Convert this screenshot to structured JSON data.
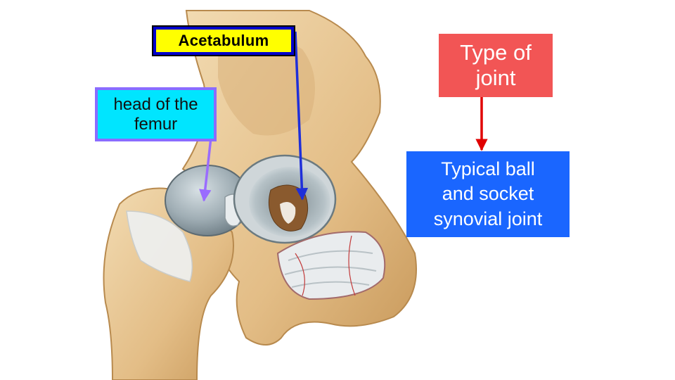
{
  "labels": {
    "acetabulum": "Acetabulum",
    "femur_head": "head of the\nfemur",
    "joint_type": "Type of\njoint",
    "joint_description": "Typical ball\nand socket\nsynovial joint"
  },
  "colors": {
    "bone": "#e8c89a",
    "bone_shadow": "#c89a5e",
    "cartilage": "#a9b7bd",
    "ligament": "#f2f2f2",
    "acetabulum_box": "#ffff00",
    "femur_box": "#00e5ff",
    "type_box": "#f25555",
    "typical_box": "#1a66ff",
    "arrow_blue": "#1f2fd9",
    "arrow_purple": "#9a6cff",
    "arrow_red": "#e00000"
  }
}
